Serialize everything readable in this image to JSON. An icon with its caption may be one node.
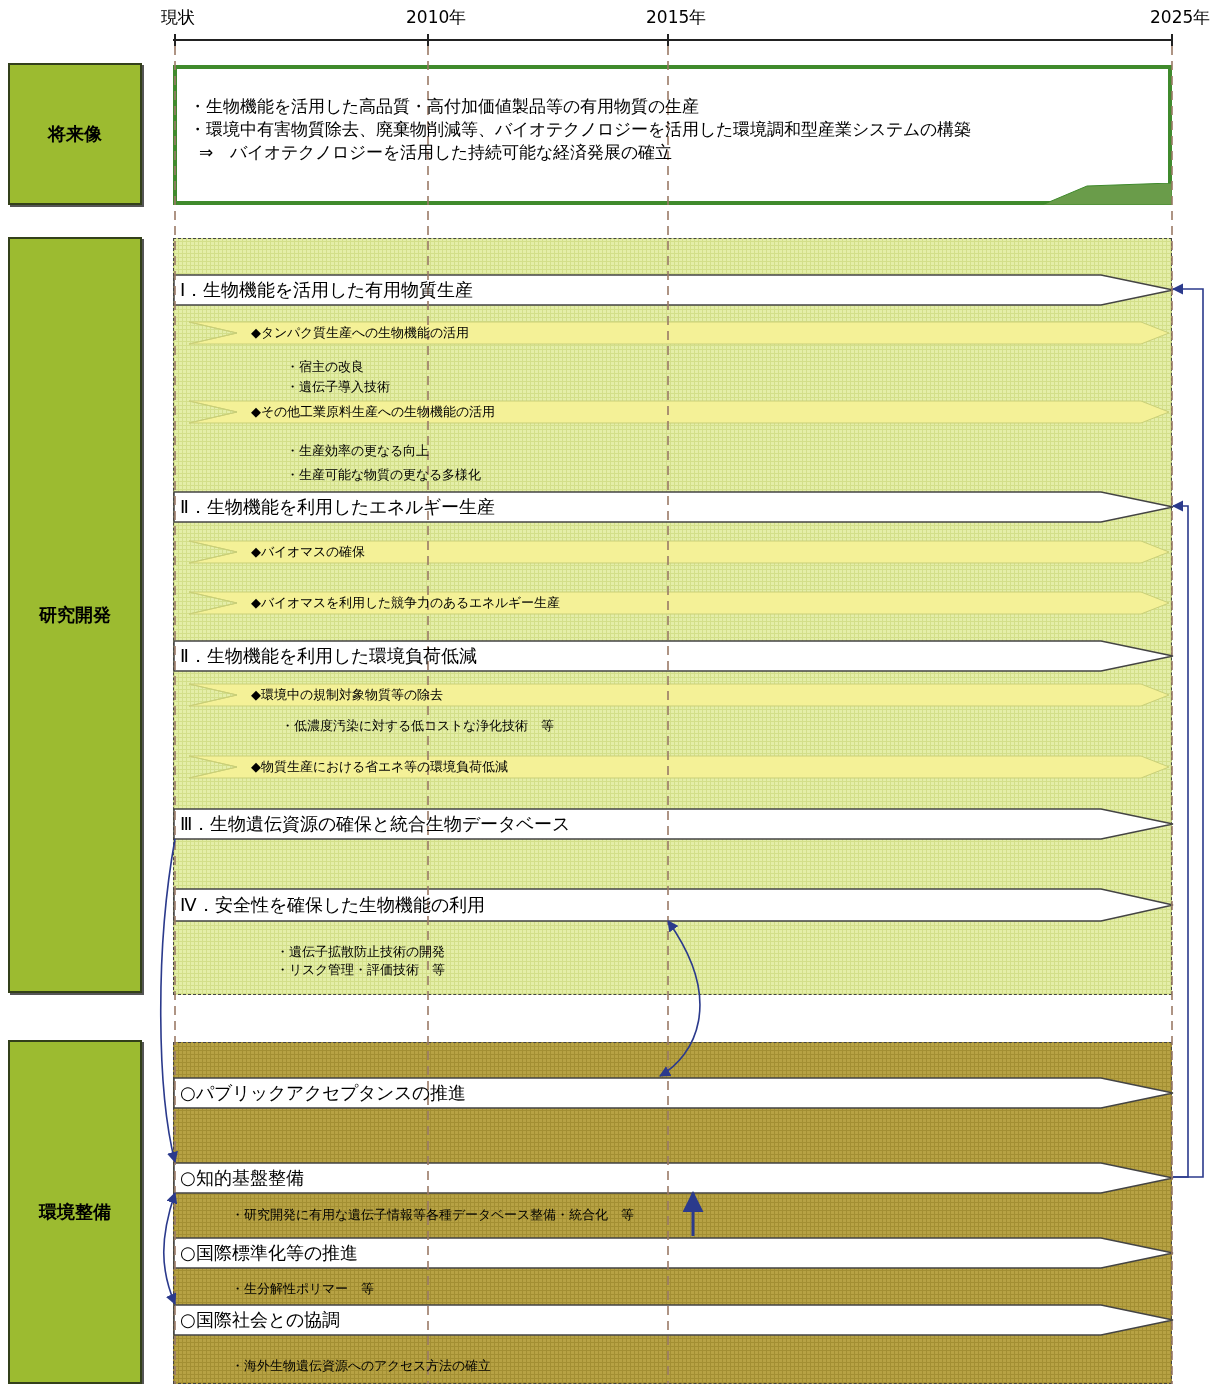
{
  "diagram": {
    "nodes": [
      {
        "text": [
          "将来像"
        ]
      },
      {
        "text": [
          "・生物機能を活用した高品質・高付加価値製品等の有用物質の生産",
          "・環境中有害物質除去、廃棄物削減等、バイオテクノロジーを活用した環境調和型産業システムの構築",
          "⇒　バイオテクノロジーを活用した持続可能な経済発展の確立"
        ]
      },
      {
        "text": [
          "研究開発"
        ]
      },
      {
        "text": [],
        "shape": "box"
      },
      {
        "text": [
          "Ⅰ．生物機能を活用した有用物質生産"
        ],
        "in": 3
      },
      {
        "text": [
          "◆タンパク質生産への生物機能の活用"
        ],
        "in": 3,
        "beside": [
          "・宿主の改良",
          "・遺伝子導入技術"
        ]
      },
      {
        "text": [
          "◆その他工業原料生産への生物機能の活用"
        ],
        "in": 3,
        "beside": [
          "・生産効率の更なる向上",
          "・生産可能な物質の更なる多様化"
        ]
      },
      {
        "text": [
          "Ⅱ．生物機能を利用したエネルギー生産"
        ],
        "in": 3
      },
      {
        "text": [
          "◆バイオマスの確保"
        ],
        "in": 3
      },
      {
        "text": [
          "◆バイオマスを利用した競争力のあるエネルギー生産"
        ],
        "in": 3
      },
      {
        "text": [
          "Ⅱ．生物機能を利用した環境負荷低減"
        ],
        "in": 3
      },
      {
        "text": [
          "◆環境中の規制対象物質等の除去"
        ],
        "in": 3,
        "beside": [
          "・低濃度汚染に対する低コストな浄化技術　等"
        ]
      },
      {
        "text": [
          "◆物質生産における省エネ等の環境負荷低減"
        ],
        "in": 3
      },
      {
        "text": [
          "Ⅲ．生物遺伝資源の確保と統合生物データベース"
        ],
        "in": 3
      },
      {
        "text": [
          "Ⅳ．安全性を確保した生物機能の利用"
        ],
        "in": 3,
        "beside": [
          "・遺伝子拡散防止技術の開発",
          "・リスク管理・評価技術　等"
        ]
      },
      {
        "text": [
          "環境整備"
        ]
      },
      {
        "text": [],
        "shape": "box"
      },
      {
        "text": [
          "○パブリックアクセプタンスの推進"
        ],
        "in": 16
      },
      {
        "text": [
          "○知的基盤整備"
        ],
        "in": 16,
        "beside": [
          "・研究開発に有用な遺伝子情報等各種データベース整備・統合化　等"
        ]
      },
      {
        "text": [
          "○国際標準化等の推進"
        ],
        "in": 16,
        "beside": [
          "・生分解性ポリマー　等"
        ]
      },
      {
        "text": [
          "○国際社会との協調"
        ],
        "in": 16,
        "beside": [
          "・海外生物遺伝資源へのアクセス方法の確立"
        ]
      }
    ],
    "edges": [
      {
        "from": 18,
        "to": 4,
        "arrow": "to"
      },
      {
        "from": 18,
        "to": 7,
        "arrow": "to"
      },
      {
        "from": 14,
        "to": 17,
        "arrow": "both"
      },
      {
        "from": 19,
        "to": 18,
        "arrow": "to"
      },
      {
        "from": 13,
        "to": 18,
        "arrow": "to"
      },
      {
        "from": 18,
        "to": 20,
        "arrow": "both"
      }
    ],
    "labels": [
      "現状",
      "2010年",
      "2015年",
      "2025年"
    ]
  }
}
